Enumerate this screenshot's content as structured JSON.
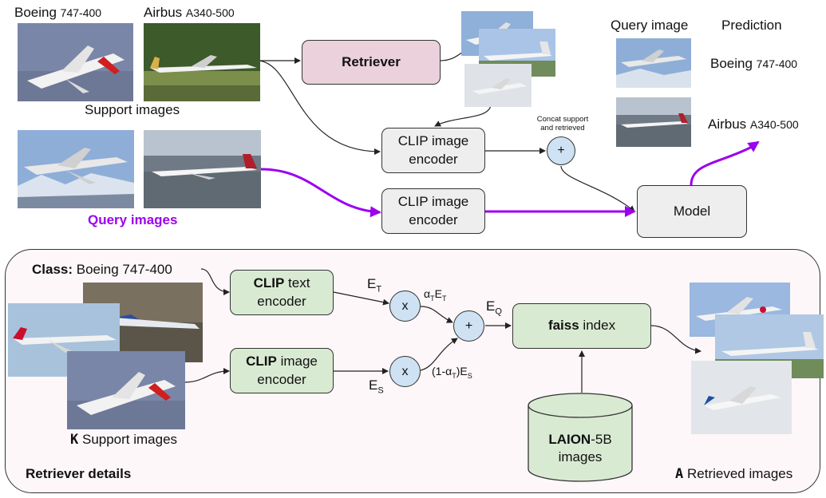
{
  "top": {
    "support_label_1": {
      "main": "Boeing",
      "variant": "747-400"
    },
    "support_label_2": {
      "main": "Airbus",
      "variant": "A340-500"
    },
    "support_images_caption": "Support images",
    "query_images_caption": "Query images",
    "retriever_label": "Retriever",
    "clip_image_encoder_1": [
      "CLIP image",
      "encoder"
    ],
    "clip_image_encoder_2": [
      "CLIP image",
      "encoder"
    ],
    "concat_note": [
      "Concat support",
      "and retrieved"
    ],
    "plus_symbol": "+",
    "model_label": "Model",
    "query_image_header": "Query image",
    "prediction_header": "Prediction",
    "prediction_1": {
      "main": "Boeing",
      "variant": "747-400"
    },
    "prediction_2": {
      "main": "Airbus",
      "variant": "A340-500"
    }
  },
  "details": {
    "class_label": "Class:",
    "class_value": "Boeing 747-400",
    "clip_text_encoder": {
      "bold": "CLIP",
      "rest": "text",
      "line2": "encoder"
    },
    "clip_image_encoder": {
      "bold": "CLIP",
      "rest": "image",
      "line2": "encoder"
    },
    "times_symbol": "x",
    "plus_symbol": "+",
    "e_t": {
      "base": "E",
      "sub": "T"
    },
    "e_s": {
      "base": "E",
      "sub": "S"
    },
    "e_q": {
      "base": "E",
      "sub": "Q"
    },
    "alpha_et": {
      "a": "α",
      "a_sub": "T",
      "e": "E",
      "e_sub": "T"
    },
    "one_minus_alpha_es": {
      "pre": "(1-α",
      "a_sub": "T",
      "post": ")E",
      "e_sub": "S"
    },
    "faiss": {
      "bold": "faiss",
      "rest": "index"
    },
    "laion": {
      "bold": "LAION",
      "rest": "-5B",
      "line2": "images"
    },
    "k_symbol": "K",
    "k_support_caption": "Support images",
    "a_symbol": "A",
    "a_retrieved_caption": "Retrieved images",
    "retriever_details_title": "Retriever details"
  },
  "colors": {
    "purple_accent": "#9b00f0",
    "retriever_fill": "#ead1dc",
    "encoder_fill": "#eeeeee",
    "details_fill": "#d9ead3",
    "operator_fill": "#cfe2f3",
    "panel_fill": "#fdf7f9"
  },
  "icons": [
    "airplane-photo"
  ]
}
